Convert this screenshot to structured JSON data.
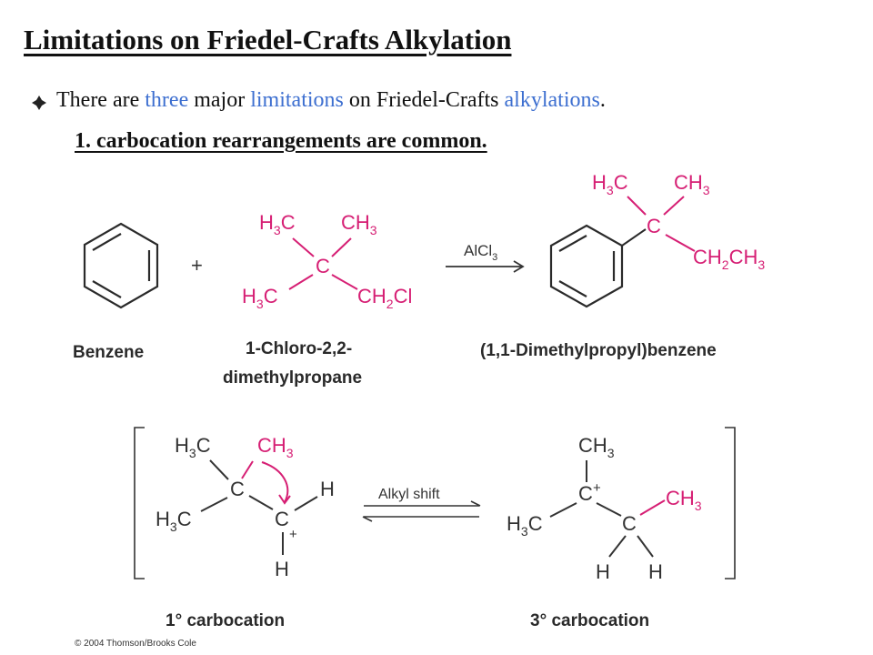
{
  "slide": {
    "title": "Limitations on Friedel-Crafts Alkylation",
    "bullet": {
      "p1": "There are ",
      "h1": "three",
      "p2": " major ",
      "h2": "limitations",
      "p3": " on Friedel-Crafts ",
      "h3": "alkylations",
      "p4": "."
    },
    "subpoint": "1.  carbocation rearrangements are common.",
    "copyright": "© 2004 Thomson/Brooks Cole"
  },
  "reaction": {
    "plus": "+",
    "reagent": "AlCl",
    "reagent_sub": "3",
    "benzene_name": "Benzene",
    "reactant_name_line1": "1-Chloro-2,2-",
    "reactant_name_line2": "dimethylpropane",
    "product_name": "(1,1-Dimethylpropyl)benzene"
  },
  "mechanism": {
    "shift_label": "Alkyl shift",
    "primary_label": "1° carbocation",
    "tertiary_label": "3° carbocation"
  },
  "atoms": {
    "H": "H",
    "C": "C",
    "CH": "CH",
    "Cl": "Cl",
    "sub3": "3",
    "sub2": "2",
    "plus": "+"
  },
  "colors": {
    "highlight": "#3d6fd0",
    "atom_highlight": "#d61f74",
    "text": "#111111"
  },
  "icons": {
    "bullet": "diamond-bullet-icon"
  }
}
